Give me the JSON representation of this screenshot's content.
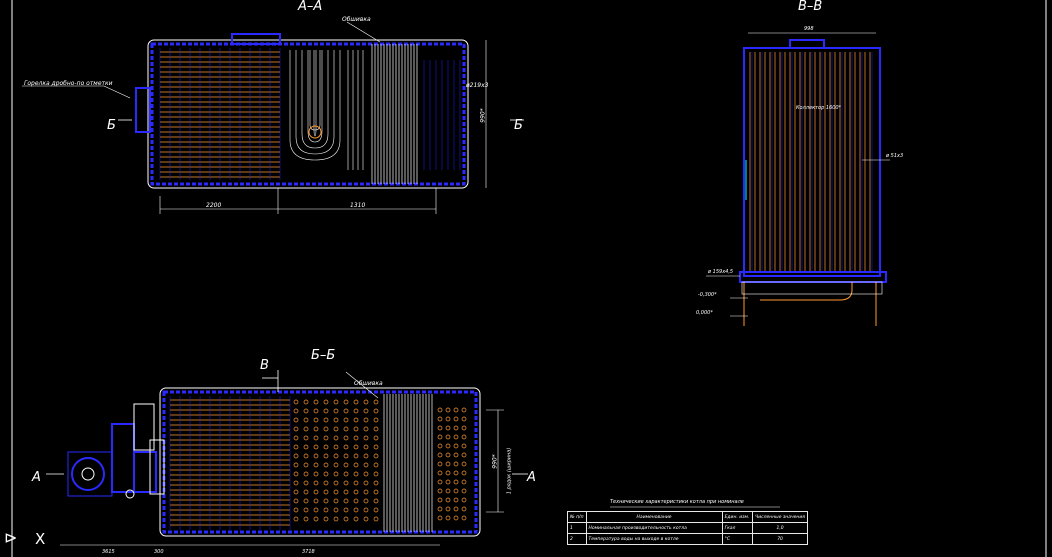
{
  "drawing": {
    "colors": {
      "background": "#000000",
      "outline": "#ffffff",
      "structure": "#2222ff",
      "tubes": "#ff9a30",
      "dimension": "#ffffff",
      "accent": "#ffff40",
      "cyan": "#00ffff"
    },
    "views": {
      "aa": {
        "title": "А–А",
        "label_top": "Обшивка",
        "dim_left": "2200",
        "dim_right": "1310",
        "side_dim": "990*",
        "ann_pipe": "ø219х3",
        "callout": "Горелка дробно-по отметки",
        "mark": "Б"
      },
      "vv": {
        "title": "В–В",
        "dim_top": "998",
        "center_label": "Коллектор 1600*",
        "ann_pipe": "ø 51х3",
        "ann_collector": "ø 159х4,5",
        "elev_1": "-0,300*",
        "elev_2": "0,000*"
      },
      "bb": {
        "title": "Б–Б",
        "label_top": "Обшивка",
        "mark_b": "В",
        "mark_a": "А",
        "side_dim": "990*",
        "side_text": "1 рядок (ширина)",
        "dims_bottom": [
          "3615",
          "300",
          "3718"
        ]
      }
    },
    "table": {
      "title": "Технические характеристики котла при номинале",
      "headers": [
        "№ п/п",
        "Наименование",
        "Един. изм.",
        "Численные значения"
      ],
      "rows": [
        [
          "1",
          "Номинальная производительность котла",
          "Гкал",
          "1,0"
        ],
        [
          "2",
          "Температура воды на выходе в котле",
          "°С",
          "70"
        ]
      ]
    },
    "ui": {
      "close_glyph": "X",
      "play_glyph": "⊳"
    }
  }
}
